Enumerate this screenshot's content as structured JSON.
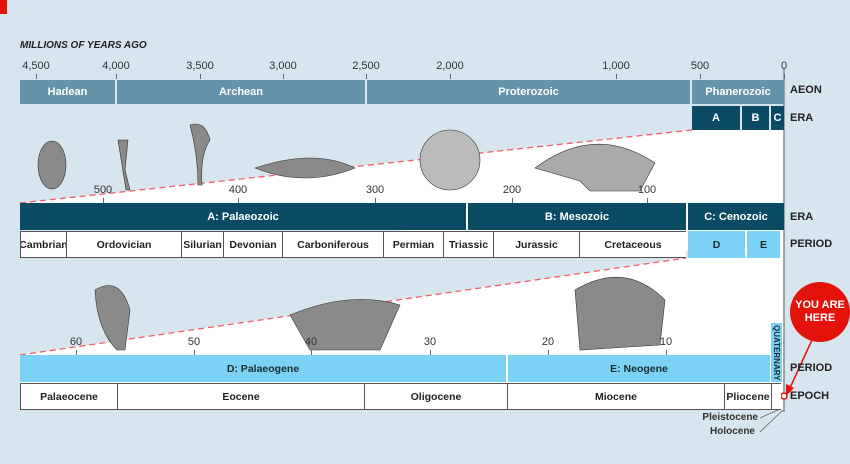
{
  "axis_title": "MILLIONS OF YEARS AGO",
  "top_ticks": [
    "4,500",
    "4,000",
    "3,500",
    "3,000",
    "2,500",
    "2,000",
    "1,000",
    "500",
    "0"
  ],
  "middle_ticks": [
    "500",
    "400",
    "300",
    "200",
    "100"
  ],
  "bottom_ticks": [
    "60",
    "50",
    "40",
    "30",
    "20",
    "10"
  ],
  "aeons": [
    "Hadean",
    "Archean",
    "Proterozoic",
    "Phanerozoic"
  ],
  "phanerozoic_eras": [
    "A",
    "B",
    "C"
  ],
  "eras": [
    "A: Palaeozoic",
    "B: Mesozoic",
    "C: Cenozoic"
  ],
  "periods": [
    "Cambrian",
    "Ordovician",
    "Silurian",
    "Devonian",
    "Carboniferous",
    "Permian",
    "Triassic",
    "Jurassic",
    "Cretaceous"
  ],
  "cenozoic_periods": [
    "D",
    "E"
  ],
  "cenozoic_period_names": [
    "D: Palaeogene",
    "E: Neogene"
  ],
  "quaternary": "QUATERNARY",
  "epochs": [
    "Palaeocene",
    "Eocene",
    "Oligocene",
    "Miocene",
    "Pliocene"
  ],
  "recent_epochs": [
    "Pleistocene",
    "Holocene"
  ],
  "row_labels": {
    "aeon": "AEON",
    "era": "ERA",
    "era2": "ERA",
    "period": "PERIOD",
    "period2": "PERIOD",
    "epoch": "EPOCH"
  },
  "callout": {
    "line1": "YOU ARE",
    "line2": "HERE"
  },
  "colors": {
    "aeon": "#6593a9",
    "era": "#0b4a63",
    "cenozoic": "#7cd2f5",
    "accent": "#e3120b",
    "background": "#d7e6ee"
  }
}
